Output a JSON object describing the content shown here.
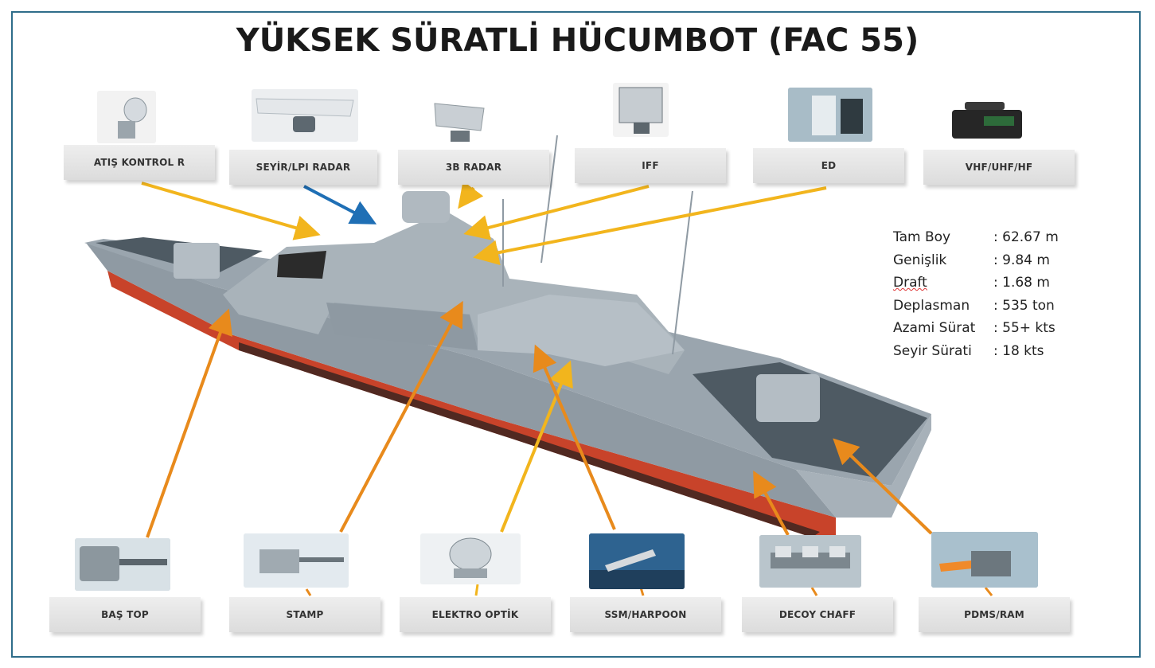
{
  "title": "YÜKSEK SÜRATLİ HÜCUMBOT (FAC 55)",
  "top_labels": [
    "ATIŞ KONTROL R",
    "SEYİR/LPI RADAR",
    "3B RADAR",
    "IFF",
    "ED",
    "VHF/UHF/HF"
  ],
  "bottom_labels": [
    "BAŞ TOP",
    "STAMP",
    "ELEKTRO OPTİK",
    "SSM/HARPOON",
    "DECOY CHAFF",
    "PDMS/RAM"
  ],
  "specs": [
    {
      "key": "Tam Boy",
      "value": ": 62.67  m"
    },
    {
      "key": "Genişlik",
      "value": ": 9.84 m"
    },
    {
      "key": "Draft",
      "value": ": 1.68 m"
    },
    {
      "key": "Deplasman",
      "value": ": 535 ton"
    },
    {
      "key": "Azami Sürat",
      "value": ": 55+ kts"
    },
    {
      "key": "Seyir Sürati",
      "value": ": 18 kts"
    }
  ],
  "colors": {
    "frame": "#2f6d8a",
    "arrow_yellow": "#f2b51d",
    "arrow_orange": "#e88a1c",
    "arrow_blue": "#1f6fb5",
    "hull_grey": "#9aa5ad",
    "hull_red": "#c8432a"
  }
}
